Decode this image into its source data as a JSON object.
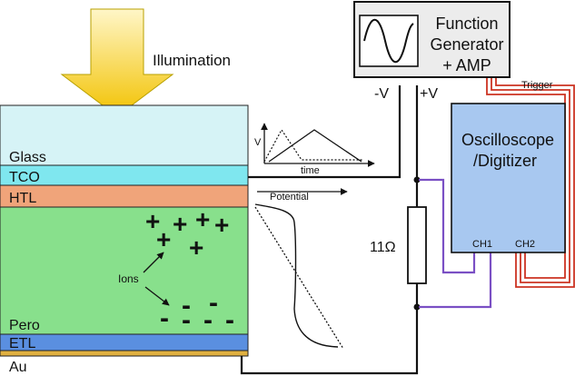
{
  "illumination": {
    "label": "Illumination",
    "arrow_color": "#f2c200"
  },
  "layers": {
    "glass": "Glass",
    "tco": "TCO",
    "htl": "HTL",
    "pero": "Pero",
    "etl": "ETL",
    "au": "Au"
  },
  "ions": {
    "label": "Ions",
    "positive_symbol": "+",
    "negative_symbol": "-"
  },
  "inset": {
    "y_label": "V",
    "x_label": "time"
  },
  "potential": {
    "label": "Potential"
  },
  "function_generator": {
    "line1": "Function",
    "line2": "Generator",
    "line3": "+ AMP"
  },
  "terminals": {
    "negative": "-V",
    "positive": "+V"
  },
  "trigger": {
    "label": "Trigger",
    "color": "#cc3322"
  },
  "oscilloscope": {
    "line1": "Oscilloscope",
    "line2": "/Digitizer",
    "ch1": "CH1",
    "ch2": "CH2",
    "fill": "#a8c8f0",
    "wire_color": "#7a4fc4"
  },
  "resistor": {
    "label": "11Ω"
  },
  "colors": {
    "glass": "#d6f3f6",
    "tco": "#7fe7ef",
    "htl": "#f0a47a",
    "pero": "#88e08c",
    "etl": "#5a8fe0",
    "au": "#e0b040"
  }
}
